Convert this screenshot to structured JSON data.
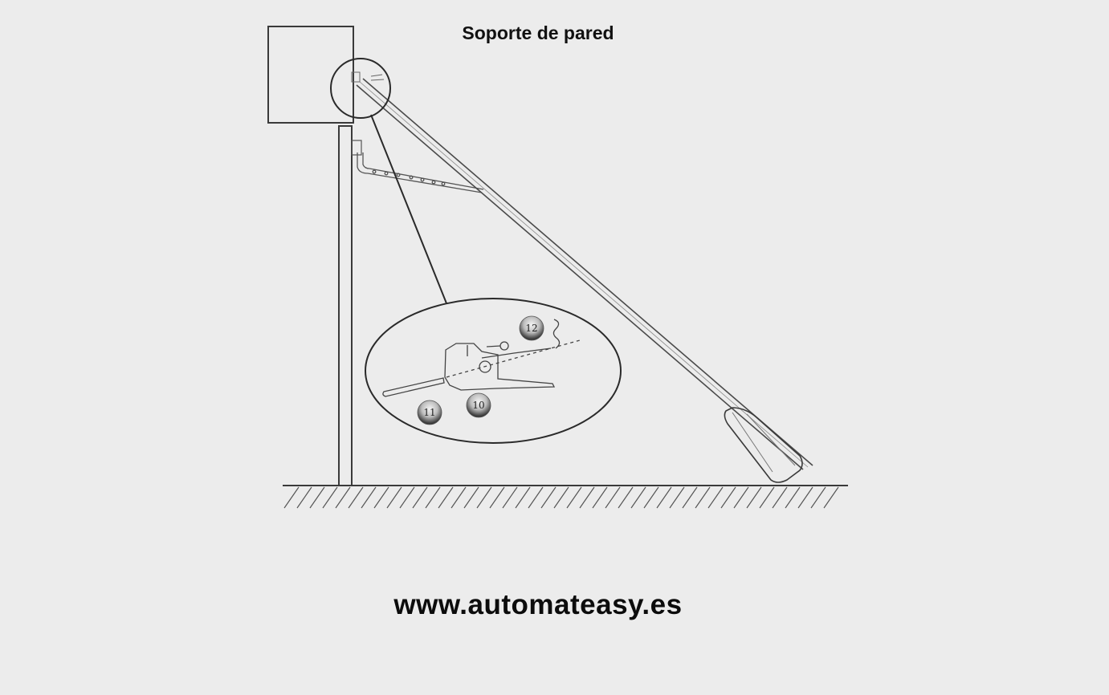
{
  "title": "Soporte de pared",
  "website": "www.automateasy.es",
  "callouts": {
    "part_10": "10",
    "part_11": "11",
    "part_12": "12"
  },
  "colors": {
    "background": "#ececec",
    "line": "#3a3a3a",
    "text": "#111111"
  }
}
